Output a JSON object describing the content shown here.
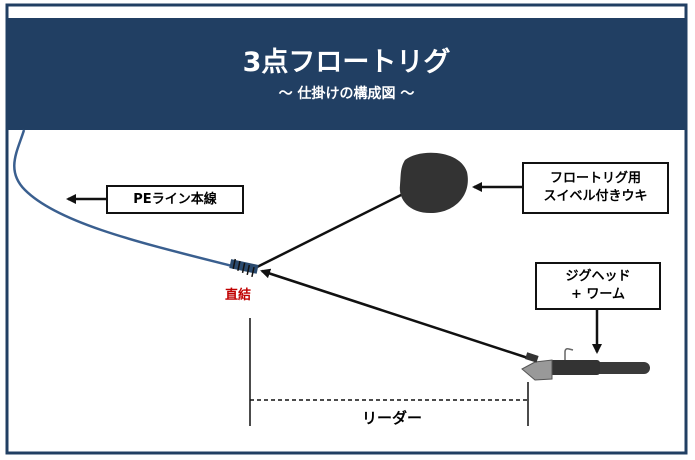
{
  "header": {
    "title": "3点フロートリグ",
    "subtitle": "〜 仕掛けの構成図 〜"
  },
  "labels": {
    "main_line": "PEライン本線",
    "float": "フロートリグ用\nスイベル付きウキ",
    "jig": "ジグヘッド\n+ ワーム",
    "knot": "直結",
    "leader": "リーダー"
  },
  "colors": {
    "header_bg": "#213f63",
    "main_line": "#3a5f8f",
    "knot_text": "#c00000",
    "float": "#333333"
  }
}
